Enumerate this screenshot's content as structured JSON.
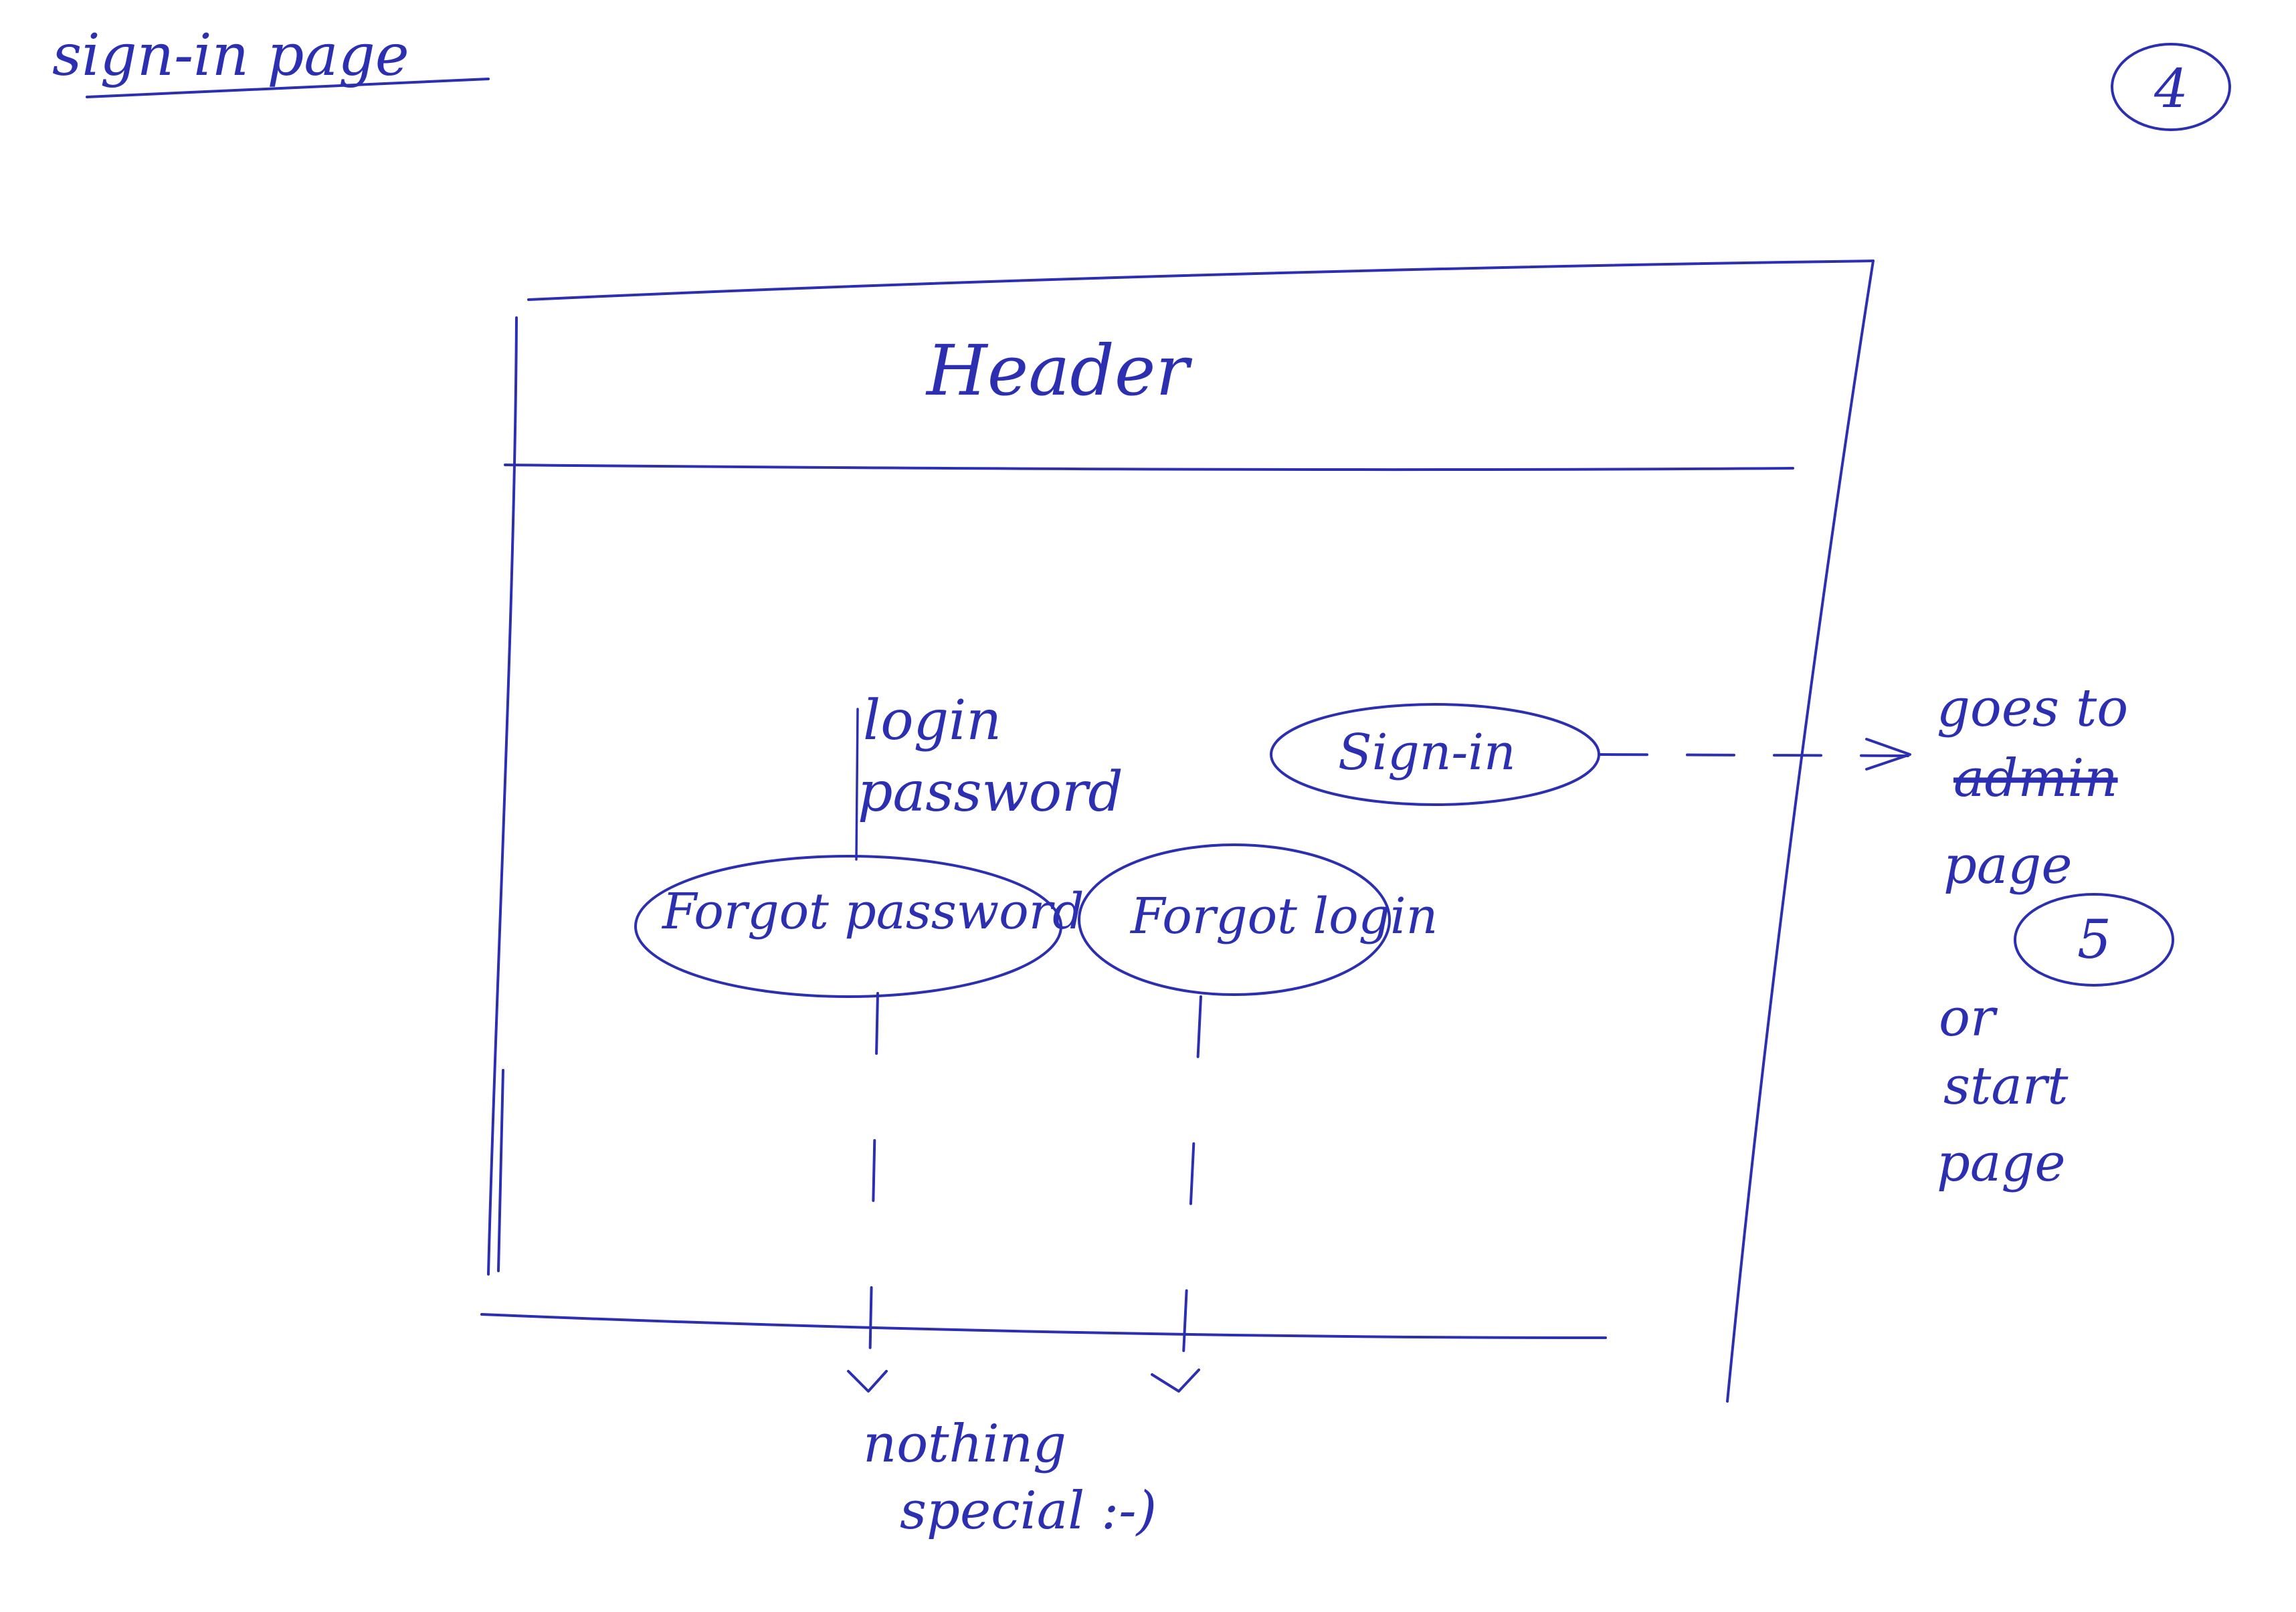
{
  "page_title": "sign-in page",
  "page_number": "4",
  "wireframe": {
    "header_label": "Header",
    "login_label": "login",
    "password_label": "password",
    "sign_in_button": "Sign-in",
    "forgot_password_button": "Forgot password",
    "forgot_login_button": "Forgot login"
  },
  "annotations": {
    "sign_in_target_lines": [
      "goes to",
      "admin",
      "page"
    ],
    "admin_page_number": "5",
    "alternative_lines": [
      "or",
      "start",
      "page"
    ],
    "forgot_result_lines": [
      "nothing",
      "special :-)"
    ]
  },
  "colors": {
    "ink": "#2b2fb0",
    "paper": "#ffffff"
  }
}
